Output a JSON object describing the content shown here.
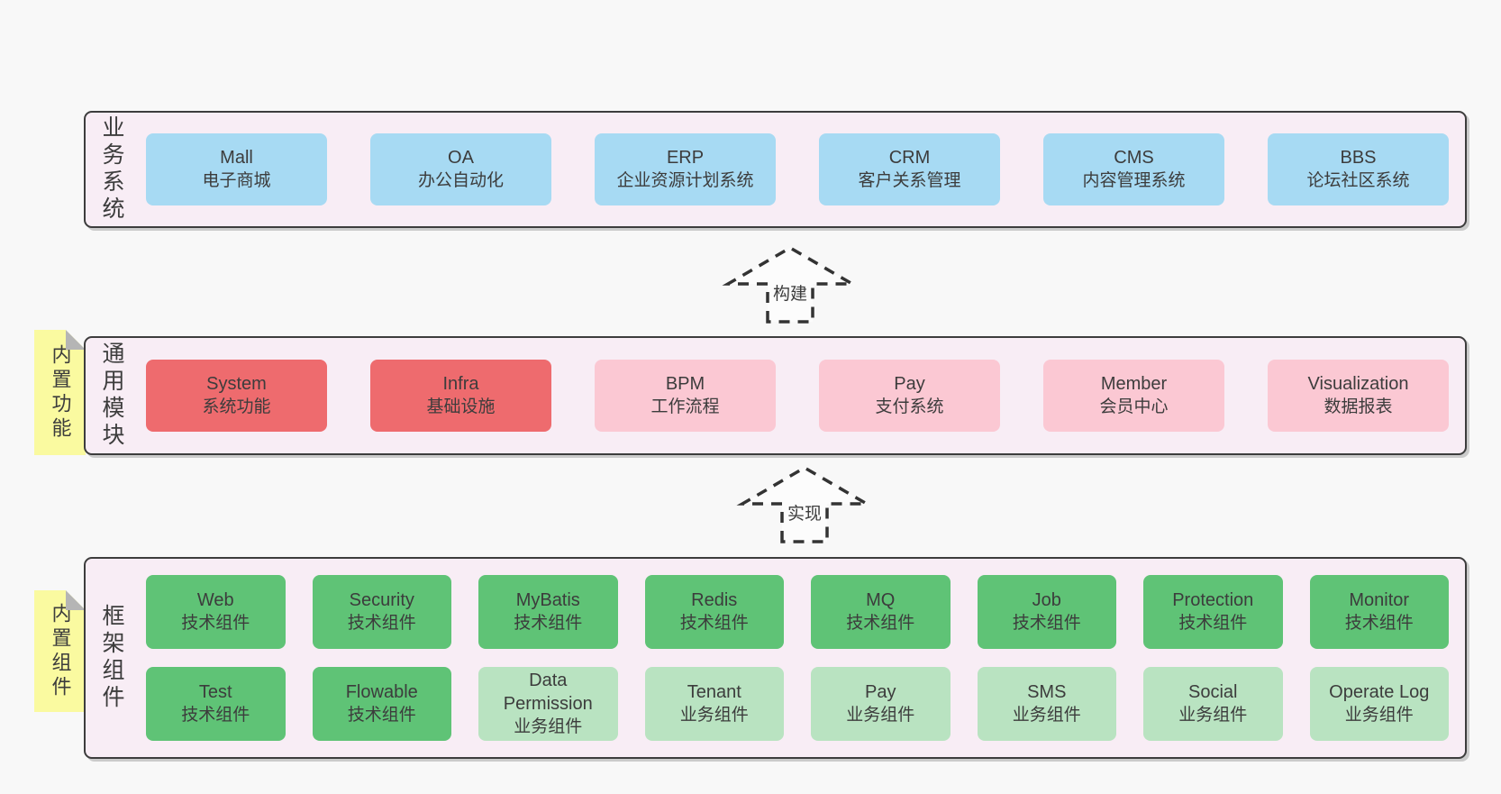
{
  "colors": {
    "blue": "#a7daf3",
    "red": "#ee6b6e",
    "pink": "#fbc8d3",
    "green": "#5fc376",
    "light_green": "#b9e3c1",
    "panel_bg": "#f8edf5",
    "note_yellow": "#fafaa0",
    "page_bg": "#f8f8f8"
  },
  "arrows": [
    {
      "label": "构建"
    },
    {
      "label": "实现"
    }
  ],
  "layers": [
    {
      "label": "业务系统",
      "note": null,
      "boxes": [
        {
          "name": "Mall",
          "subtitle": "电子商城",
          "variant": "blue"
        },
        {
          "name": "OA",
          "subtitle": "办公自动化",
          "variant": "blue"
        },
        {
          "name": "ERP",
          "subtitle": "企业资源计划系统",
          "variant": "blue"
        },
        {
          "name": "CRM",
          "subtitle": "客户关系管理",
          "variant": "blue"
        },
        {
          "name": "CMS",
          "subtitle": "内容管理系统",
          "variant": "blue"
        },
        {
          "name": "BBS",
          "subtitle": "论坛社区系统",
          "variant": "blue"
        }
      ]
    },
    {
      "label": "通用模块",
      "note": "内置功能",
      "boxes": [
        {
          "name": "System",
          "subtitle": "系统功能",
          "variant": "red"
        },
        {
          "name": "Infra",
          "subtitle": "基础设施",
          "variant": "red"
        },
        {
          "name": "BPM",
          "subtitle": "工作流程",
          "variant": "pink"
        },
        {
          "name": "Pay",
          "subtitle": "支付系统",
          "variant": "pink"
        },
        {
          "name": "Member",
          "subtitle": "会员中心",
          "variant": "pink"
        },
        {
          "name": "Visualization",
          "subtitle": "数据报表",
          "variant": "pink"
        }
      ]
    },
    {
      "label": "框架组件",
      "note": "内置组件",
      "boxes": [
        {
          "name": "Web",
          "subtitle": "技术组件",
          "variant": "green"
        },
        {
          "name": "Security",
          "subtitle": "技术组件",
          "variant": "green"
        },
        {
          "name": "MyBatis",
          "subtitle": "技术组件",
          "variant": "green"
        },
        {
          "name": "Redis",
          "subtitle": "技术组件",
          "variant": "green"
        },
        {
          "name": "MQ",
          "subtitle": "技术组件",
          "variant": "green"
        },
        {
          "name": "Job",
          "subtitle": "技术组件",
          "variant": "green"
        },
        {
          "name": "Protection",
          "subtitle": "技术组件",
          "variant": "green"
        },
        {
          "name": "Monitor",
          "subtitle": "技术组件",
          "variant": "green"
        },
        {
          "name": "Test",
          "subtitle": "技术组件",
          "variant": "green"
        },
        {
          "name": "Flowable",
          "subtitle": "技术组件",
          "variant": "green"
        },
        {
          "name": "Data Permission",
          "subtitle": "业务组件",
          "variant": "light_green"
        },
        {
          "name": "Tenant",
          "subtitle": "业务组件",
          "variant": "light_green"
        },
        {
          "name": "Pay",
          "subtitle": "业务组件",
          "variant": "light_green"
        },
        {
          "name": "SMS",
          "subtitle": "业务组件",
          "variant": "light_green"
        },
        {
          "name": "Social",
          "subtitle": "业务组件",
          "variant": "light_green"
        },
        {
          "name": "Operate Log",
          "subtitle": "业务组件",
          "variant": "light_green"
        }
      ]
    }
  ]
}
